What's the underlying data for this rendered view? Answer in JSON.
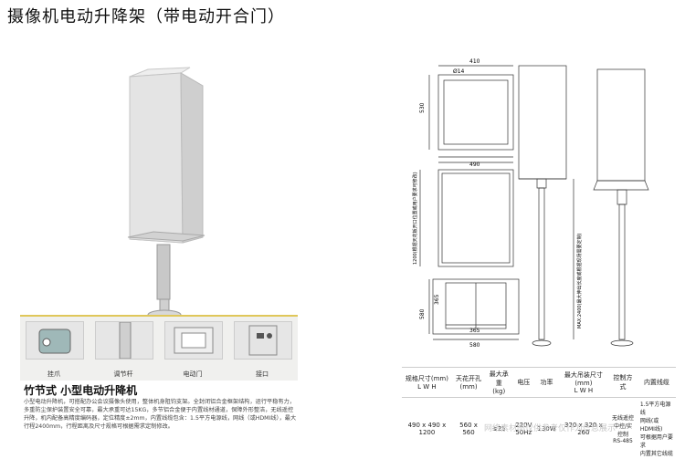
{
  "title": "摄像机电动升降架（带电动开合门）",
  "thumbnails": [
    {
      "label": "挂爪"
    },
    {
      "label": "调节杆"
    },
    {
      "label": "电动门"
    },
    {
      "label": "接口"
    }
  ],
  "product": {
    "name": "竹节式 小型电动升降机",
    "description": "小型电动升降机，可搭配办公会议摄像头使用，整体机身阻钧支架。全封闭铝合金框架结构，运行平稳有力，多重防尘保护装置安全可靠，最大承重可达15KG，多节铝合金便于内置线材通道，保障外形整洁，无线遥控升降，机内配备高精度编码器，定位精度±2mm，内置线缆包含：1.5平方电源线，网线（或HDMI线），最大行程2400mm，行程距离及尺寸规格可根据需求定制修改。"
  },
  "drawing": {
    "dims": {
      "top_width": "410",
      "hole": "Ø14",
      "top_depth": "530",
      "top_inner": "490",
      "front_width": "490",
      "height_label": "1200(根据天花板开口位置或用户要求可修改)",
      "max_travel": "MAX:2400(最大伸出长度或根据现场需要定制)",
      "bottom_depth": "580",
      "door_inner": "365",
      "door_inner_v": "365",
      "door_outer": "580"
    }
  },
  "spec_table": {
    "headers": [
      {
        "l1": "规格尺寸(mm)",
        "l2": "L   W   H"
      },
      {
        "l1": "天花开孔",
        "l2": "(mm)"
      },
      {
        "l1": "最大承重",
        "l2": "(kg)"
      },
      {
        "l1": "电压",
        "l2": ""
      },
      {
        "l1": "功率",
        "l2": ""
      },
      {
        "l1": "最大吊装尺寸(mm)",
        "l2": "L   W   H"
      },
      {
        "l1": "控制方式",
        "l2": ""
      },
      {
        "l1": "内置线缆",
        "l2": ""
      }
    ],
    "row": {
      "size": "490 x 490 x 1200",
      "hole": "560 x 560",
      "load": "≤25",
      "voltage": "220V\n50Hz",
      "power": "130W",
      "max_size": "320 x 320 x 260",
      "control": "无线遥控\n中控/实控制\nRS-485",
      "cables": "1.5平方电源线\n网线(或HDMI线)\n可根据用户要求\n内置其它线缆"
    }
  },
  "watermark": "网络素材图仅供参考仅作为信息展示"
}
